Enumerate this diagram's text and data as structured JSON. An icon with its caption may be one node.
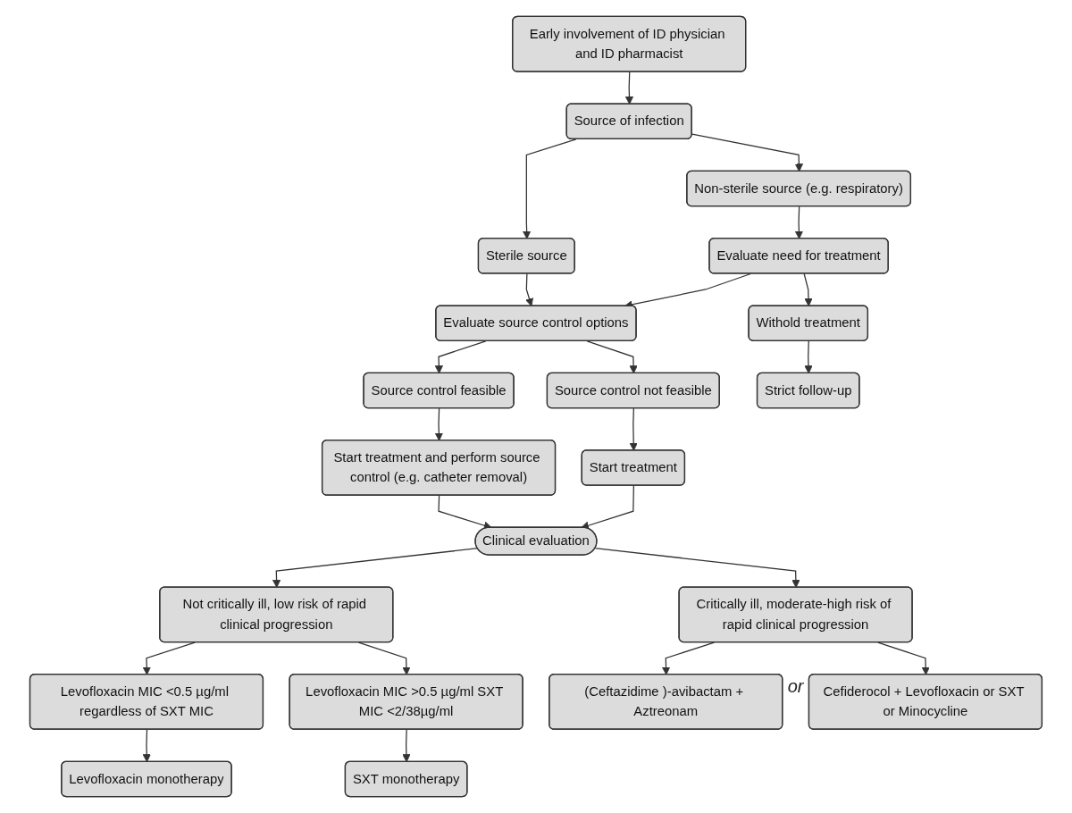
{
  "diagram": {
    "nodes": [
      {
        "text": [
          "Early involvement of ID physician and ID pharmacist"
        ]
      },
      {
        "text": [
          "Source of infection"
        ]
      },
      {
        "text": [
          "Sterile source"
        ]
      },
      {
        "text": [
          "Non-sterile source (e.g. respiratory)"
        ]
      },
      {
        "text": [
          "Evaluate need for treatment"
        ]
      },
      {
        "text": [
          "Withold treatment"
        ]
      },
      {
        "text": [
          "Evaluate source control options"
        ]
      },
      {
        "text": [
          "Strict follow-up"
        ]
      },
      {
        "text": [
          "Source control feasible"
        ]
      },
      {
        "text": [
          "Source control not feasible"
        ]
      },
      {
        "text": [
          "Start treatment and perform source control (e.g. catheter removal)"
        ]
      },
      {
        "text": [
          "Start treatment"
        ]
      },
      {
        "text": [
          "Clinical evaluation"
        ]
      },
      {
        "text": [
          "Not critically ill, low risk of rapid clinical progression"
        ]
      },
      {
        "text": [
          "Critically ill, moderate-high risk of rapid clinical progression"
        ]
      },
      {
        "text": [
          "Levofloxacin MIC <0.5 µg/ml regardless of SXT MIC"
        ]
      },
      {
        "text": [
          "Levofloxacin MIC >0.5 µg/ml SXT MIC <2/38µg/ml"
        ]
      },
      {
        "text": [
          "(Ceftazidime )-avibactam + Aztreonam"
        ]
      },
      {
        "text": [
          "Cefiderocol + Levofloxacin or SXT or Minocycline"
        ]
      },
      {
        "text": [
          "Levofloxacin monotherapy"
        ]
      },
      {
        "text": [
          "SXT monotherapy"
        ]
      }
    ],
    "edges": [
      {
        "from": 0,
        "to": 1,
        "arrow": "to"
      },
      {
        "from": 1,
        "to": 2,
        "arrow": "to"
      },
      {
        "from": 1,
        "to": 3,
        "arrow": "to"
      },
      {
        "from": 3,
        "to": 4,
        "arrow": "to"
      },
      {
        "from": 2,
        "to": 6,
        "arrow": "to"
      },
      {
        "from": 4,
        "to": 6,
        "arrow": "to"
      },
      {
        "from": 4,
        "to": 5,
        "arrow": "to"
      },
      {
        "from": 5,
        "to": 7,
        "arrow": "to"
      },
      {
        "from": 6,
        "to": 8,
        "arrow": "to"
      },
      {
        "from": 6,
        "to": 9,
        "arrow": "to"
      },
      {
        "from": 8,
        "to": 10,
        "arrow": "to"
      },
      {
        "from": 9,
        "to": 11,
        "arrow": "to"
      },
      {
        "from": 10,
        "to": 12,
        "arrow": "to"
      },
      {
        "from": 11,
        "to": 12,
        "arrow": "to"
      },
      {
        "from": 12,
        "to": 13,
        "arrow": "to"
      },
      {
        "from": 12,
        "to": 14,
        "arrow": "to"
      },
      {
        "from": 13,
        "to": 15,
        "arrow": "to"
      },
      {
        "from": 13,
        "to": 16,
        "arrow": "to"
      },
      {
        "from": 14,
        "to": 17,
        "arrow": "to"
      },
      {
        "from": 14,
        "to": 18,
        "arrow": "to"
      },
      {
        "from": 15,
        "to": 19,
        "arrow": "to"
      },
      {
        "from": 16,
        "to": 20,
        "arrow": "to"
      }
    ],
    "labels": [
      "or"
    ]
  }
}
